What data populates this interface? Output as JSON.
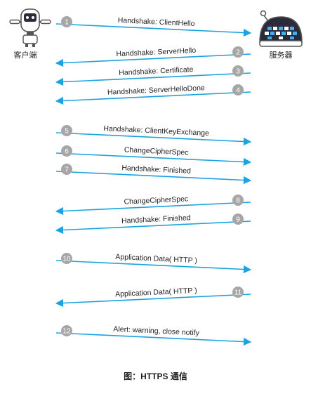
{
  "parties": {
    "client": "客户端",
    "server": "服务器"
  },
  "caption": "图：HTTPS 通信",
  "colors": {
    "arrow": "#1aa3e0",
    "step_badge": "#a6a6a6",
    "step_text": "#ffffff"
  },
  "messages": [
    {
      "step": "1",
      "label": "Handshake: ClientHello",
      "direction": "client-to-server"
    },
    {
      "step": "2",
      "label": "Handshake: ServerHello",
      "direction": "server-to-client"
    },
    {
      "step": "3",
      "label": "Handshake: Certificate",
      "direction": "server-to-client"
    },
    {
      "step": "4",
      "label": "Handshake: ServerHelloDone",
      "direction": "server-to-client"
    },
    {
      "step": "5",
      "label": "Handshake: ClientKeyExchange",
      "direction": "client-to-server"
    },
    {
      "step": "6",
      "label": "ChangeCipherSpec",
      "direction": "client-to-server"
    },
    {
      "step": "7",
      "label": "Handshake: Finished",
      "direction": "client-to-server"
    },
    {
      "step": "8",
      "label": "ChangeCipherSpec",
      "direction": "server-to-client"
    },
    {
      "step": "9",
      "label": "Handshake: Finished",
      "direction": "server-to-client"
    },
    {
      "step": "10",
      "label": "Application Data( HTTP )",
      "direction": "client-to-server"
    },
    {
      "step": "11",
      "label": "Application Data( HTTP )",
      "direction": "server-to-client"
    },
    {
      "step": "12",
      "label": "Alert: warning, close notify",
      "direction": "client-to-server"
    }
  ]
}
